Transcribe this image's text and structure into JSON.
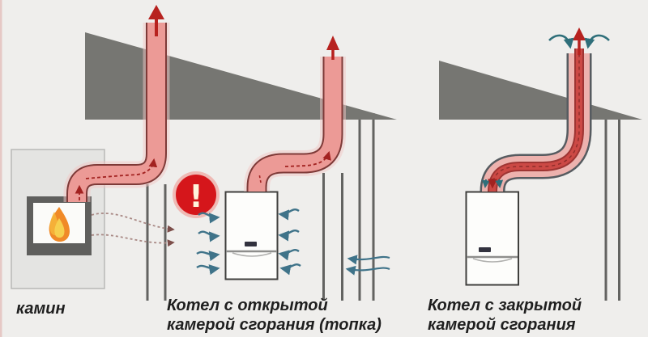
{
  "captions": {
    "fireplace": "камин",
    "open_line1": "Котел с открытой",
    "open_line2": "камерой сгорания (топка)",
    "closed_line1": "Котел с закрытой",
    "closed_line2": "камерой сгорания"
  },
  "warning": {
    "glyph": "!",
    "color": "#d5161b"
  },
  "colors": {
    "background": "#efeeec",
    "roof": "#767672",
    "pipe_fill": "#ec9a96",
    "pipe_outline": "#7e3a38",
    "pipe_glow": "#f2c6c3",
    "exhaust_arrow": "#b7221f",
    "flow_dash": "#a22220",
    "warning_red": "#d5161b",
    "warning_halo": "#eeb0ac",
    "air_arrow_blue": "#3f7389",
    "intake_arrow_teal": "#2f6f7a",
    "coaxial_outer_gray": "#565b60",
    "coaxial_annulus_pink": "#edb2ae",
    "coaxial_inner_red": "#cc4945",
    "coaxial_inner_outline": "#9e3533",
    "wall_gray": "#636361",
    "boiler_border": "#3f3f3d",
    "boiler_fill": "#fdfdfb",
    "fireplace_panel": "#e4e4e2",
    "firebox_frame": "#5f5f5d",
    "flame_orange": "#f08a28",
    "flame_yellow": "#f6cf4e",
    "room_air_dash": "#a88884",
    "caption_text": "#1f1f1f"
  }
}
